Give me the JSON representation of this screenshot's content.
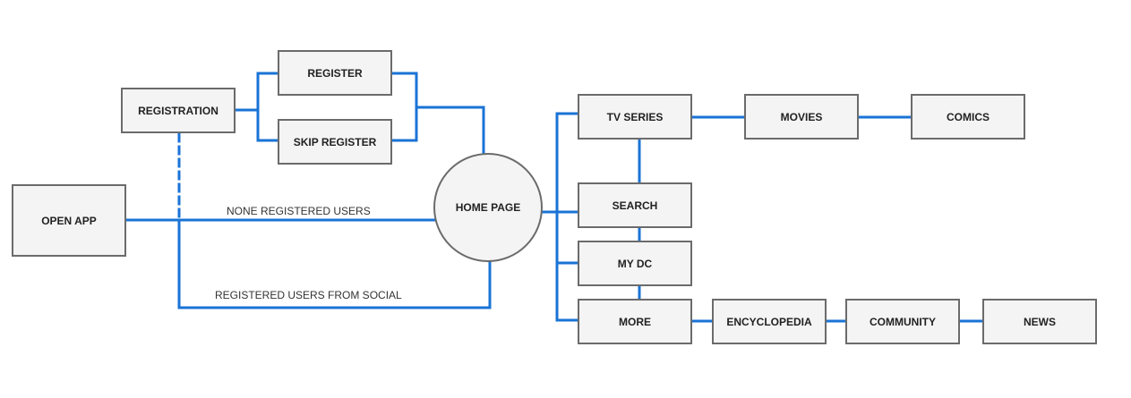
{
  "colors": {
    "connector": "#1a73d6",
    "node_fill": "#f4f4f4",
    "node_border": "#6b6b6b"
  },
  "nodes": {
    "open_app": "OPEN APP",
    "registration": "REGISTRATION",
    "register": "REGISTER",
    "skip_register": "SKIP REGISTER",
    "home_page": "HOME PAGE",
    "tv_series": "TV SERIES",
    "movies": "MOVIES",
    "comics": "COMICS",
    "search": "SEARCH",
    "my_dc": "MY DC",
    "more": "MORE",
    "encyclopedia": "ENCYCLOPEDIA",
    "community": "COMMUNITY",
    "news": "NEWS"
  },
  "edge_labels": {
    "none_registered": "NONE REGISTERED USERS",
    "registered_social": "REGISTERED USERS FROM SOCIAL"
  }
}
